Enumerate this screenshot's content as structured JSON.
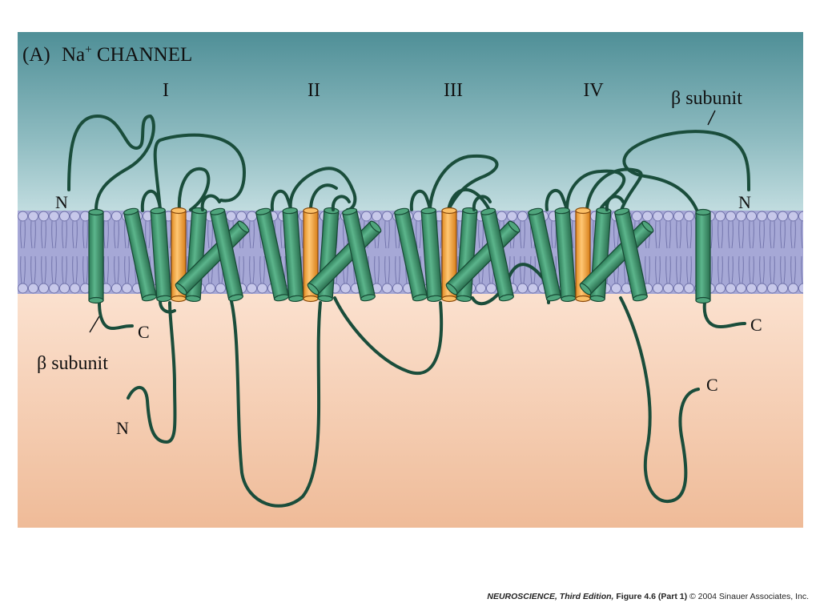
{
  "figure": {
    "panel_label": "(A)",
    "title_main": "Na",
    "title_sup": "+",
    "title_rest": " CHANNEL"
  },
  "domains": [
    {
      "label": "I",
      "pore_color": "#f6a640"
    },
    {
      "label": "II",
      "pore_color": "#f6a640"
    },
    {
      "label": "III",
      "pore_color": "#f6a640"
    },
    {
      "label": "IV",
      "pore_color": "#f6a640"
    }
  ],
  "termini": {
    "left_beta_n": "N",
    "left_beta_c": "C",
    "alpha_n": "N",
    "alpha_c": "C",
    "right_beta_n": "N",
    "right_beta_c": "C"
  },
  "beta_labels": {
    "top_right": "β subunit",
    "bottom_left": "β subunit"
  },
  "caption": {
    "book": "NEUROSCIENCE, Third Edition,",
    "figure": " Figure 4.6 (Part 1)",
    "copyright": "  © 2004 Sinauer Associates, Inc."
  },
  "colors": {
    "extracellular_top": "#4f8f97",
    "extracellular_bottom": "#c2dde0",
    "intracellular_top": "#fbe1cf",
    "intracellular_bottom": "#efbb98",
    "membrane": "#a6a8d6",
    "helix": "#3e9a72",
    "loop": "#1a4d3b"
  }
}
